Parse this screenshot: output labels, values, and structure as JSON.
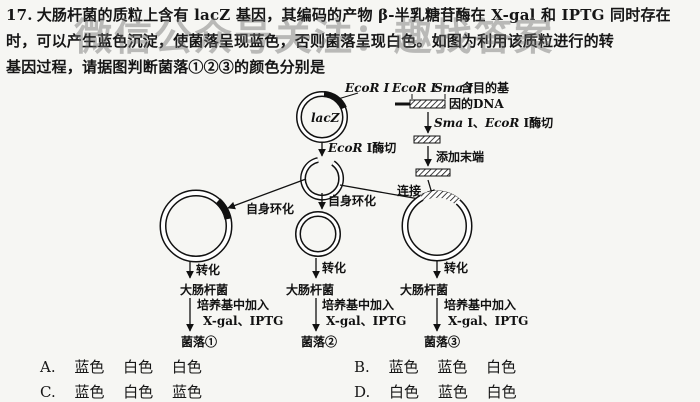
{
  "question": {
    "number": "17.",
    "line1": "大肠杆菌的质粒上含有 lacZ 基因，其编码的产物 β-半乳糖苷酶在 X-gal 和 IPTG 同时存在",
    "line2": "时，可以产生蓝色沉淀，使菌落呈现蓝色，否则菌落呈现白色。如图为利用该质粒进行的转",
    "line3": "基因过程，请据图判断菌落①②③的颜色分别是"
  },
  "watermark": "微信公众号关注：趣找答案",
  "diagram": {
    "plasmid_label": "lacZ",
    "ecori_top": "EcoR Ⅰ",
    "ecori_gene": "EcoR Ⅰ",
    "smai_gene": "Sma Ⅰ",
    "gene_label_line1": "含目的基",
    "gene_label_line2": "因的DNA",
    "ecori_cut": "EcoR Ⅰ酶切",
    "smai_ecori_cut": "Sma Ⅰ、EcoR Ⅰ酶切",
    "add_ends": "添加末端",
    "ligation": "连接",
    "self_cyclize_left": "自身环化",
    "self_cyclize_mid": "自身环化",
    "transform": "转化",
    "ecoli": "大肠杆菌",
    "medium_line1": "培养基中加入",
    "medium_line2": "X-gal、IPTG",
    "colony1": "菌落①",
    "colony2": "菌落②",
    "colony3": "菌落③"
  },
  "options": [
    {
      "letter": "A.",
      "text": "蓝色  白色  白色"
    },
    {
      "letter": "B.",
      "text": "蓝色  蓝色  白色"
    },
    {
      "letter": "C.",
      "text": "蓝色  白色  蓝色"
    },
    {
      "letter": "D.",
      "text": "白色  蓝色  白色"
    }
  ]
}
